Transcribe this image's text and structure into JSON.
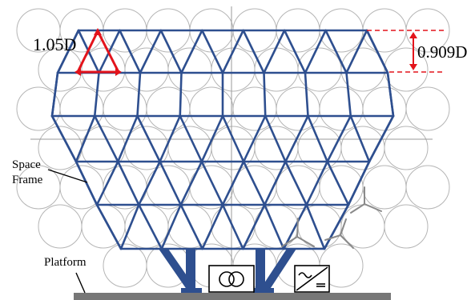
{
  "annotations": {
    "spacing_label": "1.05D",
    "row_height_label": "0.909D"
  },
  "labels": {
    "space_frame_line1": "Space",
    "space_frame_line2": "Frame",
    "platform": "Platform"
  },
  "icons": {
    "transformer": "transformer-icon",
    "converter": "converter-icon",
    "turbine": "wind-turbine-icon"
  },
  "colors": {
    "frame": "#2e4f8f",
    "annotation": "#e3131b",
    "rotor_circles": "#b5b5b5",
    "platform": "#777777",
    "turbine": "#8a8a8a"
  }
}
